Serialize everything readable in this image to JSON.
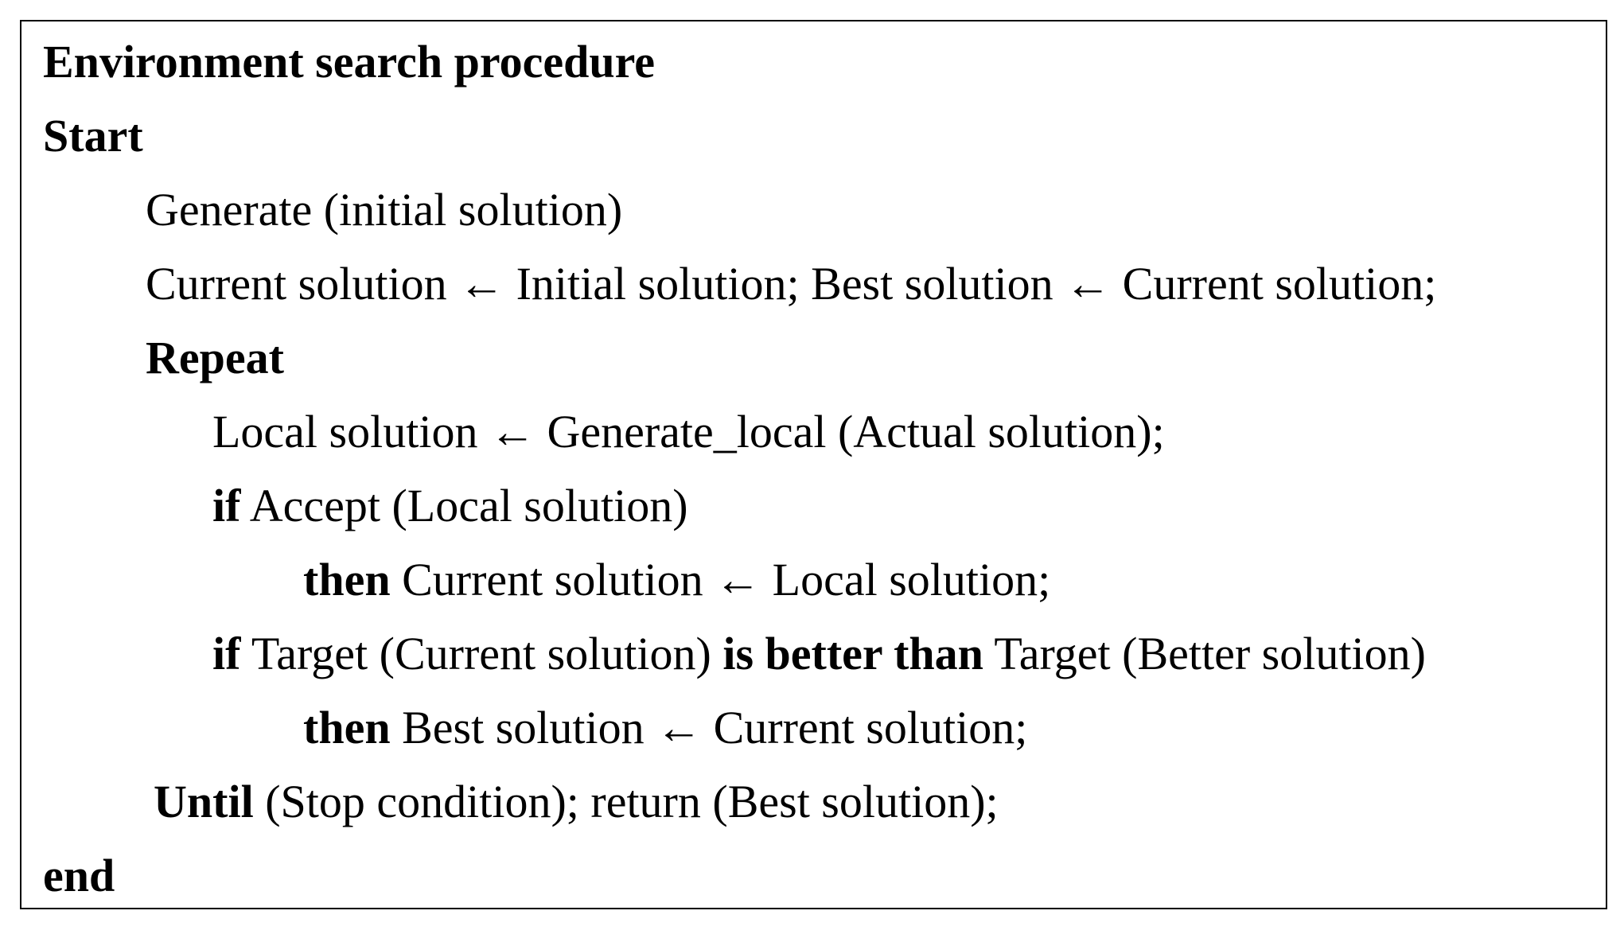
{
  "title": "Environment search procedure",
  "start": "Start",
  "generate": "Generate (initial solution)",
  "assign_current": "Current solution ← Initial solution; Best solution ← Current solution;",
  "repeat": "Repeat",
  "local_solution": "Local solution ← Generate_local (Actual solution);",
  "if1": {
    "kw": "if",
    "text": " Accept (Local solution)"
  },
  "then1": {
    "kw": "then",
    "text": " Current solution ← Local solution;"
  },
  "if2": {
    "kw": "if",
    "text_a": " Target (Current solution) ",
    "kw_mid": "is better than",
    "text_b": " Target (Better solution)"
  },
  "then2": {
    "kw": "then",
    "text": " Best solution ← Current solution;"
  },
  "until": {
    "kw": "Until",
    "text": " (Stop condition); return (Best solution);"
  },
  "end": "end"
}
